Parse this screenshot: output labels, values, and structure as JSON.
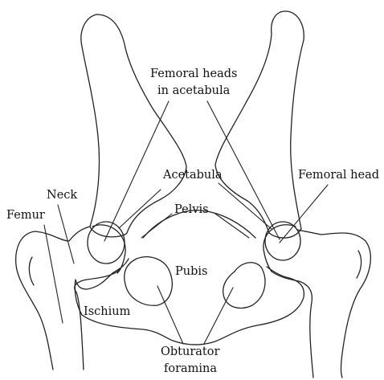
{
  "labels": {
    "femoral_heads_line1": "Femoral heads",
    "femoral_heads_line2": "in acetabula",
    "acetabula": "Acetabula",
    "femoral_head": "Femoral head",
    "neck": "Neck",
    "pelvis": "Pelvis",
    "femur": "Femur",
    "pubis": "Pubis",
    "ischium": "Ischium",
    "obturator_line1": "Obturator",
    "obturator_line2": "foramina"
  },
  "colors": {
    "line": "#222222",
    "background": "#ffffff"
  }
}
